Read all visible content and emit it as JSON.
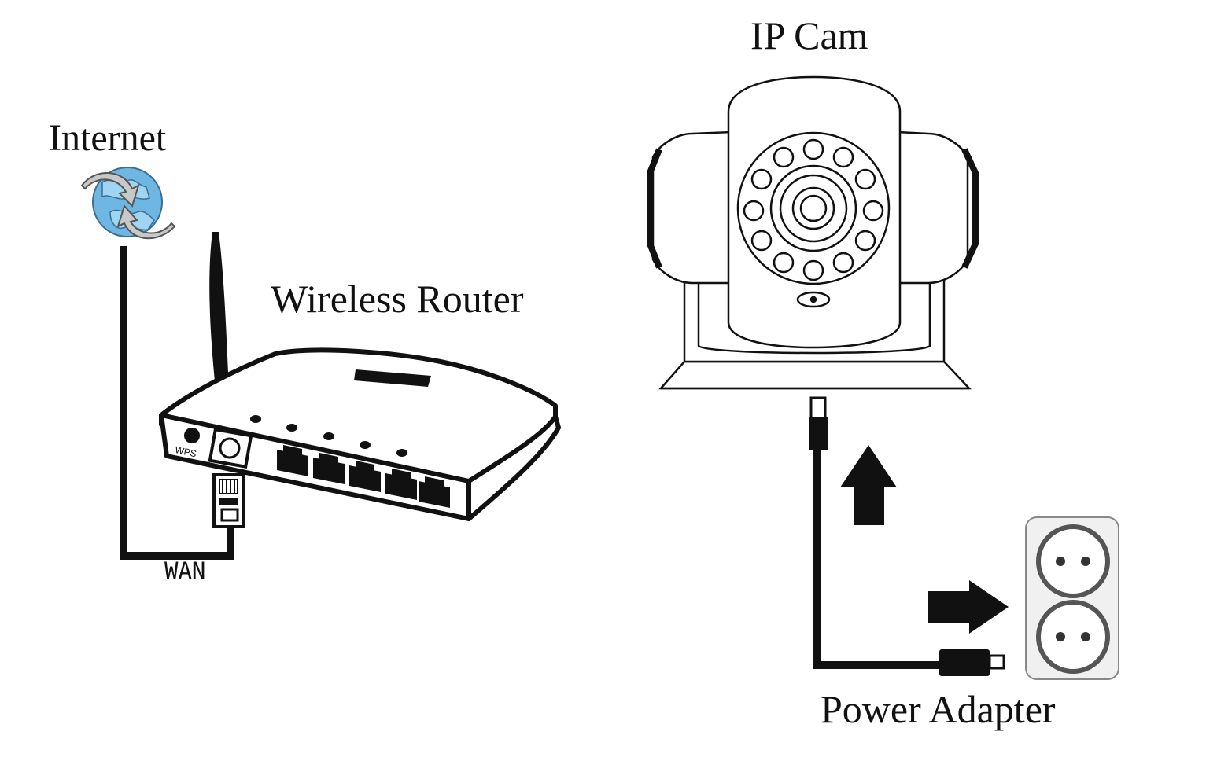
{
  "labels": {
    "internet": "Internet",
    "wireless_router": "Wireless Router",
    "ip_cam": "IP Cam",
    "power_adapter": "Power Adapter",
    "wan": "WAN",
    "wps": "WPS"
  },
  "icons": {
    "internet": "globe-icon",
    "router": "wireless-router-icon",
    "camera": "ip-camera-icon",
    "outlet": "power-outlet-icon",
    "arrow_up": "arrow-up-icon",
    "arrow_right": "arrow-right-icon"
  },
  "colors": {
    "line": "#111111",
    "globe_fill": "#6fb7e3",
    "globe_arrow": "#c8c8c8",
    "outlet_fill": "#f0f0f0",
    "camera_fill": "#ffffff"
  }
}
